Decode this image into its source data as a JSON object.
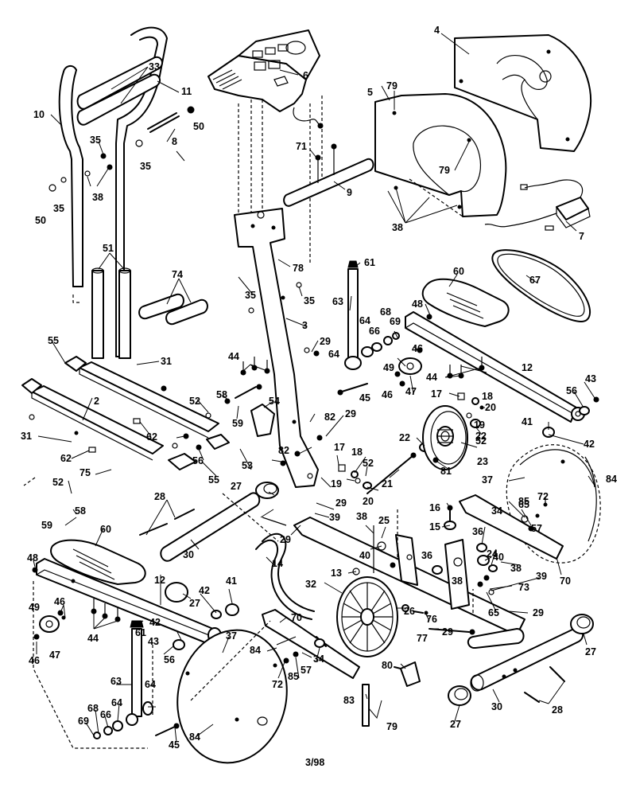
{
  "callouts": [
    {
      "id": "c4",
      "text": "4"
    },
    {
      "id": "c6",
      "text": "6"
    },
    {
      "id": "c33",
      "text": "33"
    },
    {
      "id": "c11",
      "text": "11"
    },
    {
      "id": "c10",
      "text": "10"
    },
    {
      "id": "c50a",
      "text": "50"
    },
    {
      "id": "c50b",
      "text": "50"
    },
    {
      "id": "c8",
      "text": "8"
    },
    {
      "id": "c35a",
      "text": "35"
    },
    {
      "id": "c35b",
      "text": "35"
    },
    {
      "id": "c35c",
      "text": "35"
    },
    {
      "id": "c35d",
      "text": "35"
    },
    {
      "id": "c35e",
      "text": "35"
    },
    {
      "id": "c38a",
      "text": "38"
    },
    {
      "id": "c38b",
      "text": "38"
    },
    {
      "id": "c38c",
      "text": "38"
    },
    {
      "id": "c38d",
      "text": "38"
    },
    {
      "id": "c38e",
      "text": "38"
    },
    {
      "id": "c5",
      "text": "5"
    },
    {
      "id": "c79a",
      "text": "79"
    },
    {
      "id": "c79b",
      "text": "79"
    },
    {
      "id": "c79c",
      "text": "79"
    },
    {
      "id": "c71",
      "text": "71"
    },
    {
      "id": "c9",
      "text": "9"
    },
    {
      "id": "c7",
      "text": "7"
    },
    {
      "id": "c51",
      "text": "51"
    },
    {
      "id": "c74",
      "text": "74"
    },
    {
      "id": "c78",
      "text": "78"
    },
    {
      "id": "c61a",
      "text": "61"
    },
    {
      "id": "c61b",
      "text": "61"
    },
    {
      "id": "c63a",
      "text": "63"
    },
    {
      "id": "c63b",
      "text": "63"
    },
    {
      "id": "c60a",
      "text": "60"
    },
    {
      "id": "c60b",
      "text": "60"
    },
    {
      "id": "c67",
      "text": "67"
    },
    {
      "id": "c48a",
      "text": "48"
    },
    {
      "id": "c48b",
      "text": "48"
    },
    {
      "id": "c3",
      "text": "3"
    },
    {
      "id": "c55a",
      "text": "55"
    },
    {
      "id": "c55b",
      "text": "55"
    },
    {
      "id": "c31a",
      "text": "31"
    },
    {
      "id": "c31b",
      "text": "31"
    },
    {
      "id": "c44a",
      "text": "44"
    },
    {
      "id": "c44b",
      "text": "44"
    },
    {
      "id": "c44c",
      "text": "44"
    },
    {
      "id": "c29a",
      "text": "29"
    },
    {
      "id": "c29b",
      "text": "29"
    },
    {
      "id": "c29c",
      "text": "29"
    },
    {
      "id": "c29d",
      "text": "29"
    },
    {
      "id": "c29e",
      "text": "29"
    },
    {
      "id": "c29f",
      "text": "29"
    },
    {
      "id": "c64a",
      "text": "64"
    },
    {
      "id": "c64b",
      "text": "64"
    },
    {
      "id": "c64c",
      "text": "64"
    },
    {
      "id": "c64d",
      "text": "64"
    },
    {
      "id": "c66a",
      "text": "66"
    },
    {
      "id": "c66b",
      "text": "66"
    },
    {
      "id": "c68a",
      "text": "68"
    },
    {
      "id": "c68b",
      "text": "68"
    },
    {
      "id": "c69a",
      "text": "69"
    },
    {
      "id": "c69b",
      "text": "69"
    },
    {
      "id": "c46a",
      "text": "46"
    },
    {
      "id": "c46b",
      "text": "46"
    },
    {
      "id": "c46c",
      "text": "46"
    },
    {
      "id": "c46d",
      "text": "46"
    },
    {
      "id": "c49a",
      "text": "49"
    },
    {
      "id": "c49b",
      "text": "49"
    },
    {
      "id": "c47a",
      "text": "47"
    },
    {
      "id": "c47b",
      "text": "47"
    },
    {
      "id": "c12a",
      "text": "12"
    },
    {
      "id": "c12b",
      "text": "12"
    },
    {
      "id": "c43a",
      "text": "43"
    },
    {
      "id": "c43b",
      "text": "43"
    },
    {
      "id": "c56a",
      "text": "56"
    },
    {
      "id": "c56b",
      "text": "56"
    },
    {
      "id": "c56c",
      "text": "56"
    },
    {
      "id": "c45a",
      "text": "45"
    },
    {
      "id": "c45b",
      "text": "45"
    },
    {
      "id": "c2",
      "text": "2"
    },
    {
      "id": "c52a",
      "text": "52"
    },
    {
      "id": "c52b",
      "text": "52"
    },
    {
      "id": "c52c",
      "text": "52"
    },
    {
      "id": "c52d",
      "text": "52"
    },
    {
      "id": "c58a",
      "text": "58"
    },
    {
      "id": "c58b",
      "text": "58"
    },
    {
      "id": "c59a",
      "text": "59"
    },
    {
      "id": "c59b",
      "text": "59"
    },
    {
      "id": "c54",
      "text": "54"
    },
    {
      "id": "c62a",
      "text": "62"
    },
    {
      "id": "c62b",
      "text": "62"
    },
    {
      "id": "c82a",
      "text": "82"
    },
    {
      "id": "c82b",
      "text": "82"
    },
    {
      "id": "c17a",
      "text": "17"
    },
    {
      "id": "c17b",
      "text": "17"
    },
    {
      "id": "c18a",
      "text": "18"
    },
    {
      "id": "c18b",
      "text": "18"
    },
    {
      "id": "c20a",
      "text": "20"
    },
    {
      "id": "c20b",
      "text": "20"
    },
    {
      "id": "c19a",
      "text": "19"
    },
    {
      "id": "c19b",
      "text": "19"
    },
    {
      "id": "c22a",
      "text": "22"
    },
    {
      "id": "c22b",
      "text": "22"
    },
    {
      "id": "c23",
      "text": "23"
    },
    {
      "id": "c81",
      "text": "81"
    },
    {
      "id": "c21",
      "text": "21"
    },
    {
      "id": "c41a",
      "text": "41"
    },
    {
      "id": "c41b",
      "text": "41"
    },
    {
      "id": "c42a",
      "text": "42"
    },
    {
      "id": "c42b",
      "text": "42"
    },
    {
      "id": "c42c",
      "text": "42"
    },
    {
      "id": "c53",
      "text": "53"
    },
    {
      "id": "c27a",
      "text": "27"
    },
    {
      "id": "c27b",
      "text": "27"
    },
    {
      "id": "c27c",
      "text": "27"
    },
    {
      "id": "c27d",
      "text": "27"
    },
    {
      "id": "c28a",
      "text": "28"
    },
    {
      "id": "c28b",
      "text": "28"
    },
    {
      "id": "c30a",
      "text": "30"
    },
    {
      "id": "c30b",
      "text": "30"
    },
    {
      "id": "c37a",
      "text": "37"
    },
    {
      "id": "c37b",
      "text": "37"
    },
    {
      "id": "c84a",
      "text": "84"
    },
    {
      "id": "c84b",
      "text": "84"
    },
    {
      "id": "c84c",
      "text": "84"
    },
    {
      "id": "c75",
      "text": "75"
    },
    {
      "id": "c16",
      "text": "16"
    },
    {
      "id": "c15",
      "text": "15"
    },
    {
      "id": "c34a",
      "text": "34"
    },
    {
      "id": "c34b",
      "text": "34"
    },
    {
      "id": "c65a",
      "text": "65"
    },
    {
      "id": "c65b",
      "text": "65"
    },
    {
      "id": "c72a",
      "text": "72"
    },
    {
      "id": "c72b",
      "text": "72"
    },
    {
      "id": "c57a",
      "text": "57"
    },
    {
      "id": "c57b",
      "text": "57"
    },
    {
      "id": "c85a",
      "text": "85"
    },
    {
      "id": "c85b",
      "text": "85"
    },
    {
      "id": "c36a",
      "text": "36"
    },
    {
      "id": "c36b",
      "text": "36"
    },
    {
      "id": "c40a",
      "text": "40"
    },
    {
      "id": "c40b",
      "text": "40"
    },
    {
      "id": "c24",
      "text": "24"
    },
    {
      "id": "c39a",
      "text": "39"
    },
    {
      "id": "c39b",
      "text": "39"
    },
    {
      "id": "c73",
      "text": "73"
    },
    {
      "id": "c70a",
      "text": "70"
    },
    {
      "id": "c70b",
      "text": "70"
    },
    {
      "id": "c25",
      "text": "25"
    },
    {
      "id": "c14",
      "text": "14"
    },
    {
      "id": "c13",
      "text": "13"
    },
    {
      "id": "c32",
      "text": "32"
    },
    {
      "id": "c26",
      "text": "26"
    },
    {
      "id": "c76",
      "text": "76"
    },
    {
      "id": "c77",
      "text": "77"
    },
    {
      "id": "c80",
      "text": "80"
    },
    {
      "id": "c83",
      "text": "83"
    }
  ],
  "footer": {
    "page_code": "3/98"
  }
}
